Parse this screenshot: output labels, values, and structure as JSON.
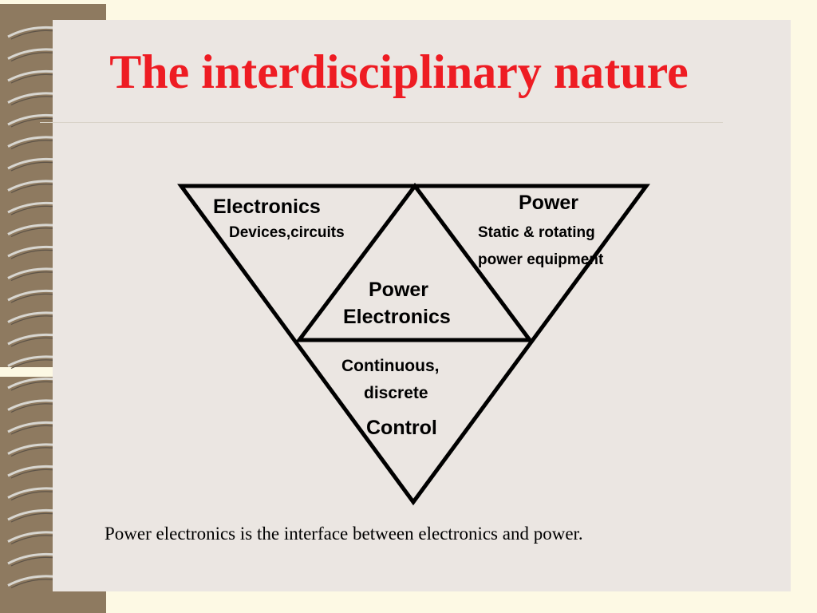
{
  "slide": {
    "title": "The interdisciplinary nature",
    "caption": "Power electronics is the interface between electronics and power."
  },
  "diagram": {
    "electronics": {
      "heading": "Electronics",
      "detail": "Devices,circuits"
    },
    "power": {
      "heading": "Power",
      "detail_line1": "Static & rotating",
      "detail_line2": "power equipment"
    },
    "center": {
      "line1": "Power",
      "line2": "Electronics"
    },
    "control": {
      "detail_line1": "Continuous,",
      "detail_line2": "discrete",
      "heading": "Control"
    }
  },
  "colors": {
    "title": "#ee1c23",
    "slide_background": "#ebe6e2",
    "page_background": "#fdf9e4",
    "binding": "#8e7a60"
  }
}
